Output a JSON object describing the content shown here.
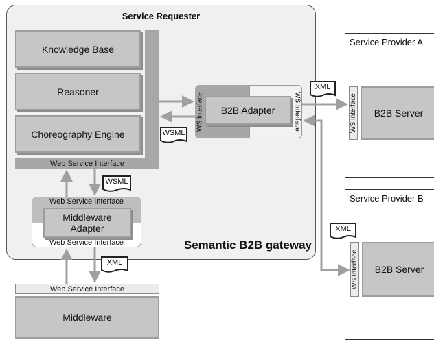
{
  "requester": {
    "title": "Service Requester"
  },
  "blocks": {
    "knowledge_base": "Knowledge Base",
    "reasoner": "Reasoner",
    "choreography": "Choreography Engine",
    "requester_wsi": "Web Service Interface"
  },
  "middleware_adapter": {
    "top_wsi": "Web Service Interface",
    "label": "Middleware Adapter",
    "bottom_wsi": "Web Service Interface"
  },
  "b2b_adapter": {
    "label": "B2B Adapter",
    "left_wsi": "WS Interface",
    "right_wsi": "WS Interface"
  },
  "gateway_label": "Semantic B2B gateway",
  "middleware": {
    "wsi": "Web Service Interface",
    "label": "Middleware"
  },
  "provider_a": {
    "title": "Service Provider A",
    "wsi": "WS Interface",
    "server": "B2B Server"
  },
  "provider_b": {
    "title": "Service Provider B",
    "wsi": "WS Interface",
    "server": "B2B Server"
  },
  "messages": {
    "wsml_gateway": "WSML",
    "wsml_adapter": "WSML",
    "xml_provider_a": "XML",
    "xml_provider_b": "XML",
    "xml_middleware": "XML"
  },
  "colors": {
    "block_fill": "#c6c6c6",
    "strip_fill": "#a7a7a7",
    "requester_fill": "#f0f0f0",
    "arrow": "#a0a0a0"
  }
}
